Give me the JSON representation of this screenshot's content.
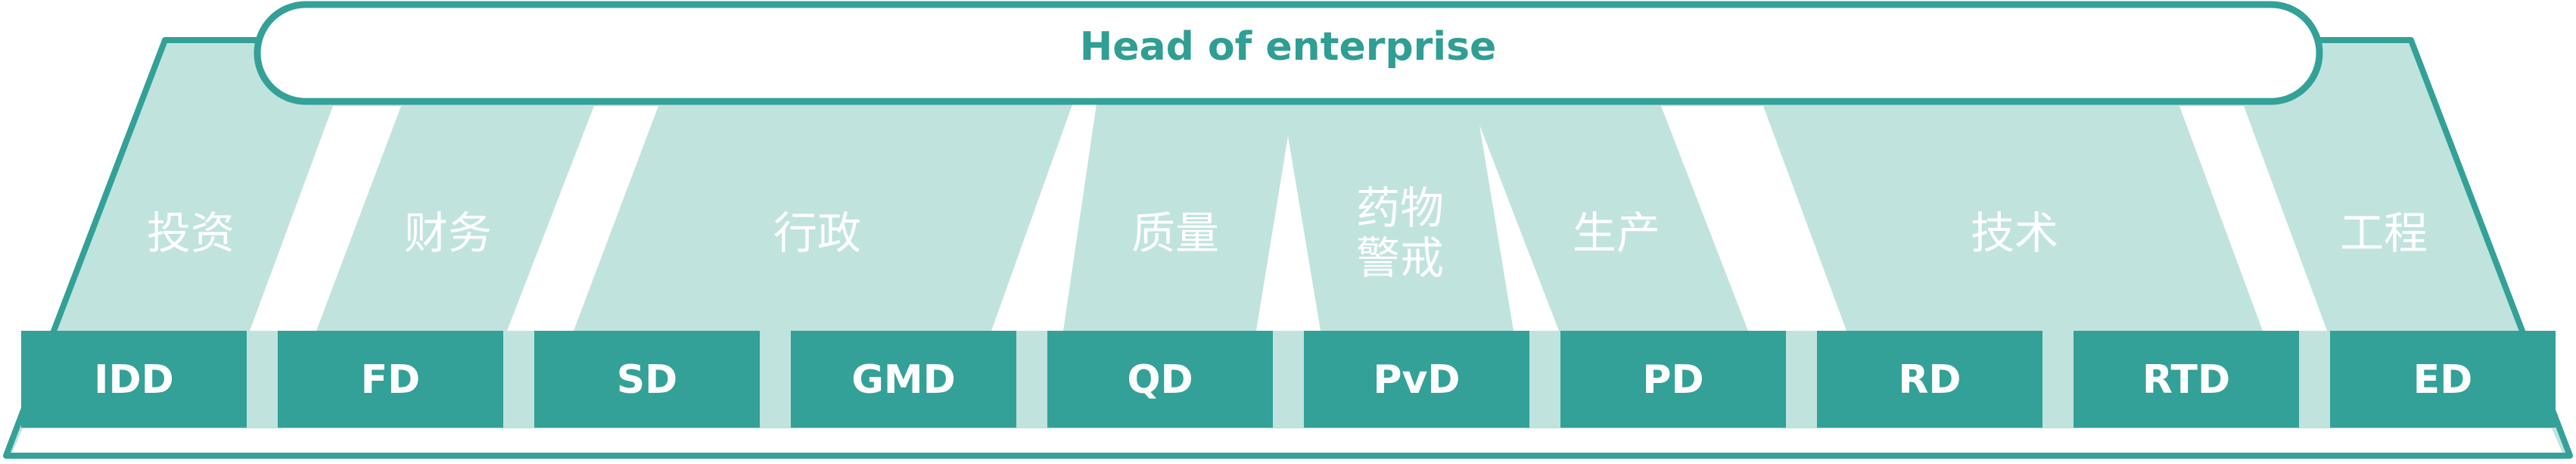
{
  "head": {
    "label": "Head of enterprise"
  },
  "departments": [
    {
      "key": "investment",
      "label": "投资",
      "codes": [
        "IDD"
      ]
    },
    {
      "key": "finance",
      "label": "财务",
      "codes": [
        "FD"
      ]
    },
    {
      "key": "administration",
      "label": "行政",
      "codes": [
        "SD",
        "GMD"
      ]
    },
    {
      "key": "quality",
      "label": "质量",
      "codes": [
        "QD"
      ]
    },
    {
      "key": "pharmacovigilance",
      "label": "药物\n警戒",
      "codes": [
        "PvD"
      ]
    },
    {
      "key": "production",
      "label": "生产",
      "codes": [
        "PD"
      ]
    },
    {
      "key": "technology",
      "label": "技术",
      "codes": [
        "RD",
        "RTD"
      ]
    },
    {
      "key": "engineering",
      "label": "工程",
      "codes": [
        "ED"
      ]
    }
  ],
  "colors": {
    "primary": "#33a197",
    "light_fill": "#c0e3de",
    "outline": "#33a197",
    "background": "#ffffff",
    "head_text": "#2f9e93",
    "box_text": "#ffffff"
  }
}
